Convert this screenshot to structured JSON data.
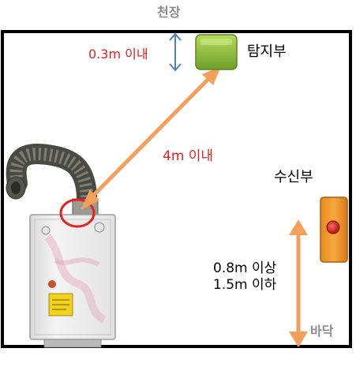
{
  "labels": {
    "ceiling": "천장",
    "floor": "바닥",
    "detector": "탐지부",
    "receiver": "수신부",
    "ceiling_distance": "0.3m 이내",
    "diagonal_distance": "4m 이내",
    "height_min": "0.8m 이상",
    "height_max": "1.5m 이하"
  },
  "colors": {
    "room_outline": "#000000",
    "arrow_orange": "#f5a05a",
    "arrow_blue": "#4f81bd",
    "red_text": "#e02020",
    "detector_green": "#8dc63f",
    "receiver_orange": "#f59a30",
    "highlight_circle": "#e8201a"
  },
  "icons": {
    "detector": "gas-detector-icon",
    "receiver": "receiver-unit-icon",
    "heater": "gas-water-heater-icon"
  }
}
